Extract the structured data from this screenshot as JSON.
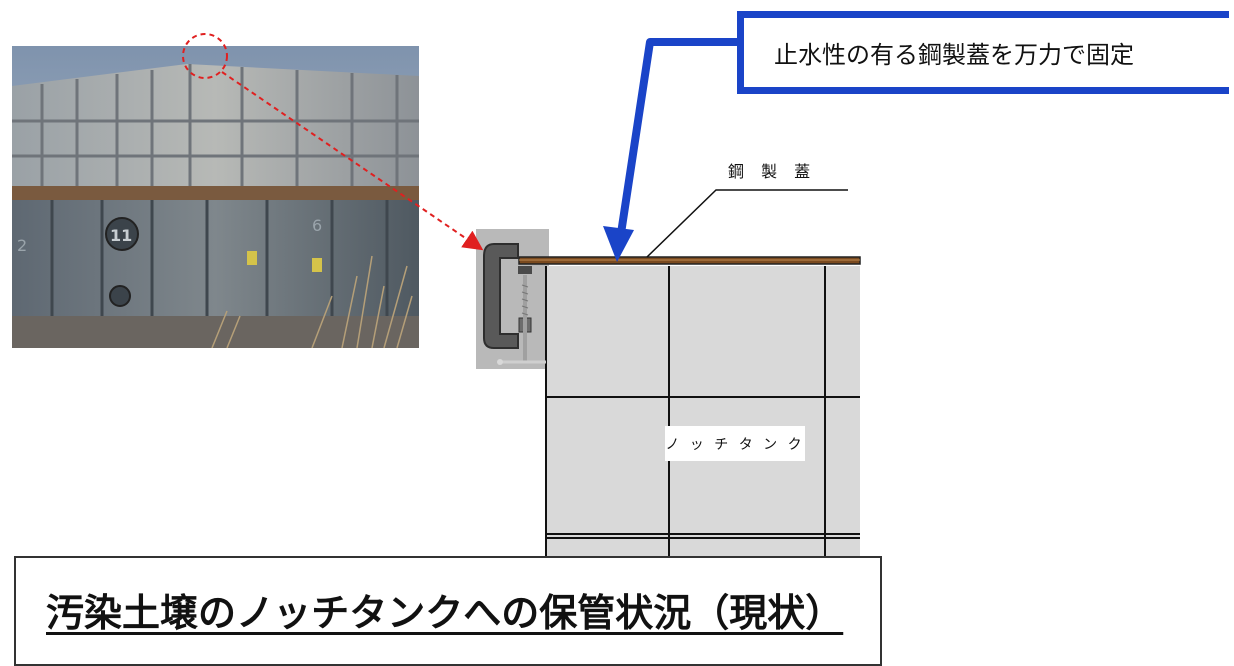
{
  "callout": {
    "text": "止水性の有る鋼製蓋を万力で固定"
  },
  "diagram": {
    "lid_label": "鋼 製 蓋",
    "tank_label": "ノ ッ チ タ ン ク"
  },
  "title": {
    "text": "汚染土壌のノッチタンクへの保管状況（現状）"
  },
  "photo": {
    "tank_numbers": [
      "2",
      "11",
      "6"
    ]
  },
  "colors": {
    "callout_border": "#1a44c8",
    "callout_arrow": "#1a44c8",
    "highlight_circle": "#e02020",
    "lid": "#7a4a1f",
    "tank_panel": "#d9d9d9"
  },
  "icons": {
    "clamp": "c-clamp-icon"
  }
}
